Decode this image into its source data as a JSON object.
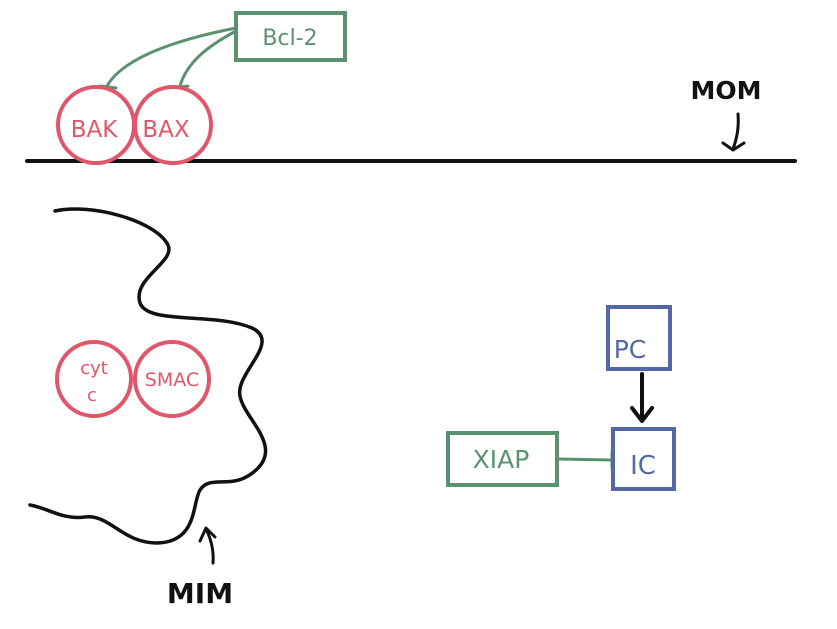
{
  "labels": {
    "bcl2": "Bcl-2",
    "bak": "BAK",
    "bax": "BAX",
    "mom": "MOM",
    "cyt_line1": "cyt",
    "cyt_line2": "c",
    "smac": "SMAC",
    "mim": "MIM",
    "pc": "PC",
    "ic": "IC",
    "xiap": "XIAP"
  },
  "colors": {
    "red": "#e0566a",
    "green": "#5a9270",
    "blue": "#5568a6",
    "black": "#111111"
  }
}
